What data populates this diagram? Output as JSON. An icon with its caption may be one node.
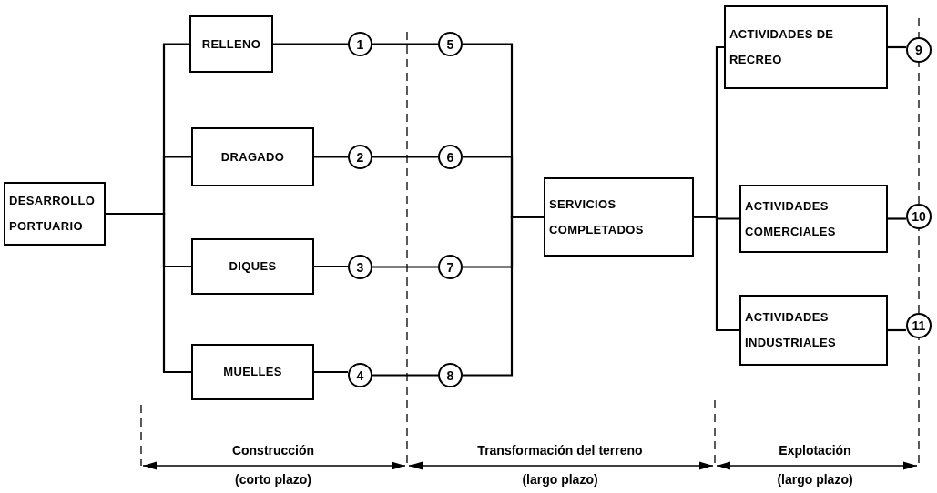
{
  "diagram": {
    "nodes": [
      {
        "text": [
          "DESARROLLO PORTUARIO"
        ]
      },
      {
        "text": [
          "RELLENO"
        ]
      },
      {
        "text": [
          "DRAGADO"
        ]
      },
      {
        "text": [
          "DIQUES"
        ]
      },
      {
        "text": [
          "MUELLES"
        ]
      },
      {
        "text": [
          "1"
        ]
      },
      {
        "text": [
          "2"
        ]
      },
      {
        "text": [
          "3"
        ]
      },
      {
        "text": [
          "4"
        ]
      },
      {
        "text": [
          "5"
        ]
      },
      {
        "text": [
          "6"
        ]
      },
      {
        "text": [
          "7"
        ]
      },
      {
        "text": [
          "8"
        ]
      },
      {
        "text": [
          "SERVICIOS COMPLETADOS"
        ]
      },
      {
        "text": [
          "ACTIVIDADES DE RECREO"
        ]
      },
      {
        "text": [
          "ACTIVIDADES COMERCIALES"
        ]
      },
      {
        "text": [
          "ACTIVIDADES INDUSTRIALES"
        ]
      },
      {
        "text": [
          "9"
        ]
      },
      {
        "text": [
          "10"
        ]
      },
      {
        "text": [
          "11"
        ]
      }
    ],
    "edges": [
      {
        "from": 0,
        "to": 1,
        "arrow": "none"
      },
      {
        "from": 0,
        "to": 2,
        "arrow": "none"
      },
      {
        "from": 0,
        "to": 3,
        "arrow": "none"
      },
      {
        "from": 0,
        "to": 4,
        "arrow": "none"
      },
      {
        "from": 1,
        "to": 5,
        "arrow": "none"
      },
      {
        "from": 2,
        "to": 6,
        "arrow": "none"
      },
      {
        "from": 3,
        "to": 7,
        "arrow": "none"
      },
      {
        "from": 4,
        "to": 8,
        "arrow": "none"
      },
      {
        "from": 5,
        "to": 9,
        "arrow": "none"
      },
      {
        "from": 6,
        "to": 10,
        "arrow": "none"
      },
      {
        "from": 7,
        "to": 11,
        "arrow": "none"
      },
      {
        "from": 8,
        "to": 12,
        "arrow": "none"
      },
      {
        "from": 9,
        "to": 13,
        "arrow": "none"
      },
      {
        "from": 10,
        "to": 13,
        "arrow": "none"
      },
      {
        "from": 11,
        "to": 13,
        "arrow": "none"
      },
      {
        "from": 12,
        "to": 13,
        "arrow": "none"
      },
      {
        "from": 13,
        "to": 14,
        "arrow": "none"
      },
      {
        "from": 13,
        "to": 15,
        "arrow": "none"
      },
      {
        "from": 13,
        "to": 16,
        "arrow": "none"
      },
      {
        "from": 14,
        "to": 17,
        "arrow": "none"
      },
      {
        "from": 15,
        "to": 18,
        "arrow": "none"
      },
      {
        "from": 16,
        "to": 19,
        "arrow": "none"
      }
    ],
    "labels": [
      "Construcción",
      "Transformación del terreno",
      "Explotación",
      "(corto plazo)",
      "(largo plazo)",
      "(largo plazo)"
    ]
  }
}
